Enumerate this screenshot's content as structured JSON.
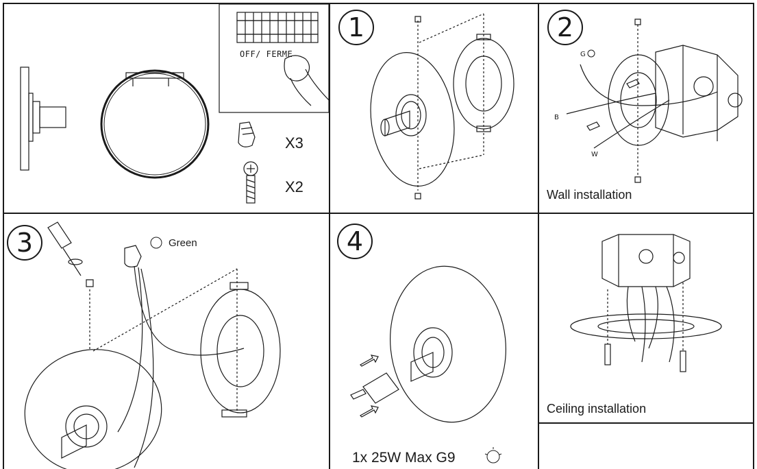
{
  "panels": {
    "parts": {
      "switch_label": "OFF/ FERME",
      "wire_nut_qty": "X3",
      "screw_qty": "X2"
    },
    "step1": {
      "number": "1"
    },
    "step2": {
      "number": "2",
      "ground_label": "G",
      "black_label": "B",
      "white_label": "W",
      "caption": "Wall installation"
    },
    "step3": {
      "number": "3",
      "ground_label": "Green"
    },
    "step4": {
      "number": "4",
      "bulb_spec": "1x 25W Max G9"
    },
    "ceiling": {
      "caption": "Ceiling installation"
    }
  }
}
